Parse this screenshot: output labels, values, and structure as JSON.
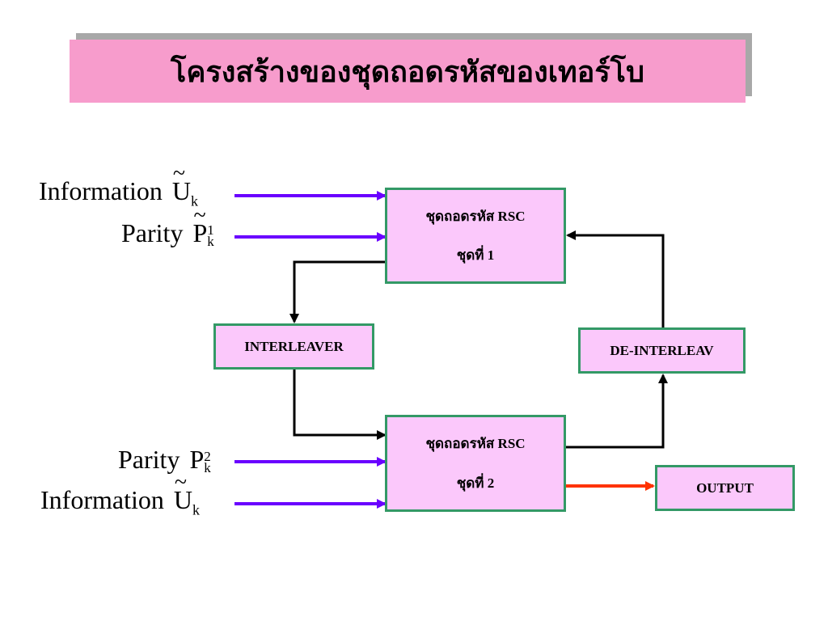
{
  "title": "โครงสร้างของชุดถอดรหัสของเทอร์โบ",
  "decoder1": {
    "line1": "ชุดถอดรหัส RSC",
    "line2": "ชุดที่ 1"
  },
  "decoder2": {
    "line1": "ชุดถอดรหัส RSC",
    "line2": "ชุดที่ 2"
  },
  "interleaver": "INTERLEAVER",
  "deinterleaver": "DE-INTERLEAV",
  "output": "OUTPUT",
  "inputs": {
    "info1": {
      "label": "Information",
      "symbol": "U",
      "sub": "k"
    },
    "parity1": {
      "label": "Parity",
      "symbol": "P",
      "sub": "k",
      "sup": "1"
    },
    "parity2": {
      "label": "Parity",
      "symbol": "P",
      "sub": "k",
      "sup": "2"
    },
    "info2": {
      "label": "Information",
      "symbol": "U",
      "sub": "k"
    }
  },
  "colors": {
    "title_bg": "#f79ccc",
    "title_shadow": "#a8a8a8",
    "block_fill": "#fbc8fb",
    "block_border": "#339966",
    "input_arrow": "#6a00ff",
    "output_arrow": "#ff3300",
    "wire": "#000000"
  }
}
